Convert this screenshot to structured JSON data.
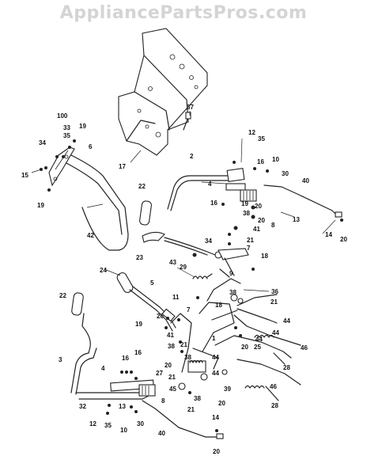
{
  "watermark": "AppliancePartsPros.com",
  "labels": {
    "l1": "1",
    "l2": "2",
    "l3": "3",
    "l4": "4",
    "l5": "5",
    "l6": "6",
    "l7": "7",
    "l8": "8",
    "l9": "9",
    "l10": "10",
    "l11": "11",
    "l12": "12",
    "l13": "13",
    "l14": "14",
    "l15": "15",
    "l16": "16",
    "l17": "17",
    "l18": "18",
    "l19": "19",
    "l20": "20",
    "l21": "21",
    "l22": "22",
    "l23": "23",
    "l24": "24",
    "l25": "25",
    "l26": "26",
    "l27": "27",
    "l28": "28",
    "l29": "29",
    "l30": "30",
    "l32": "32",
    "l33": "33",
    "l34": "34",
    "l35": "35",
    "l36": "36",
    "l37": "37",
    "l38": "38",
    "l39": "39",
    "l40": "40",
    "l41": "41",
    "l42": "42",
    "l43": "43",
    "l44": "44",
    "l45": "45",
    "l46": "46",
    "l100": "100"
  },
  "colors": {
    "line": "#222222",
    "watermark": "#d4d4d4",
    "background": "#ffffff"
  }
}
